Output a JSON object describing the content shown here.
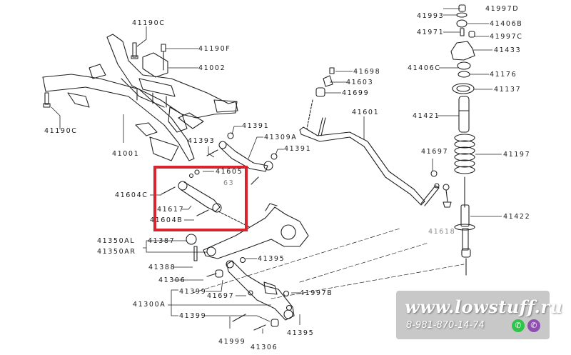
{
  "diagram": {
    "title_hidden": false,
    "labels": [
      {
        "id": "41190C-top",
        "text": "41190C"
      },
      {
        "id": "41190F",
        "text": "41190F"
      },
      {
        "id": "41002",
        "text": "41002"
      },
      {
        "id": "41190C-left",
        "text": "41190C"
      },
      {
        "id": "41001",
        "text": "41001"
      },
      {
        "id": "41393",
        "text": "41393"
      },
      {
        "id": "41391-a",
        "text": "41391"
      },
      {
        "id": "41309A",
        "text": "41309A"
      },
      {
        "id": "41391-b",
        "text": "41391"
      },
      {
        "id": "41605",
        "text": "41605"
      },
      {
        "id": "63",
        "text": "63"
      },
      {
        "id": "41604C",
        "text": "41604C"
      },
      {
        "id": "41617",
        "text": "41617"
      },
      {
        "id": "41604B",
        "text": "41604B"
      },
      {
        "id": "41350AL",
        "text": "41350AL"
      },
      {
        "id": "41350AR",
        "text": "41350AR"
      },
      {
        "id": "41387",
        "text": "41387"
      },
      {
        "id": "41395-a",
        "text": "41395"
      },
      {
        "id": "41388",
        "text": "41388"
      },
      {
        "id": "41306-a",
        "text": "41306"
      },
      {
        "id": "41399-a",
        "text": "41399"
      },
      {
        "id": "41697-a",
        "text": "41697"
      },
      {
        "id": "41997B",
        "text": "41997B"
      },
      {
        "id": "41300A",
        "text": "41300A"
      },
      {
        "id": "41399-b",
        "text": "41399"
      },
      {
        "id": "41395-b",
        "text": "41395"
      },
      {
        "id": "41999",
        "text": "41999"
      },
      {
        "id": "41306-b",
        "text": "41306"
      },
      {
        "id": "41698",
        "text": "41698"
      },
      {
        "id": "41603",
        "text": "41603"
      },
      {
        "id": "41699",
        "text": "41699"
      },
      {
        "id": "41601",
        "text": "41601"
      },
      {
        "id": "41697-b",
        "text": "41697"
      },
      {
        "id": "41618",
        "text": "41618"
      },
      {
        "id": "41997D",
        "text": "41997D"
      },
      {
        "id": "41993",
        "text": "41993"
      },
      {
        "id": "41406B",
        "text": "41406B"
      },
      {
        "id": "41971",
        "text": "41971"
      },
      {
        "id": "41997C",
        "text": "41997C"
      },
      {
        "id": "41433",
        "text": "41433"
      },
      {
        "id": "41406C",
        "text": "41406C"
      },
      {
        "id": "41176",
        "text": "41176"
      },
      {
        "id": "41137",
        "text": "41137"
      },
      {
        "id": "41421",
        "text": "41421"
      },
      {
        "id": "41197",
        "text": "41197"
      },
      {
        "id": "41422",
        "text": "41422"
      }
    ],
    "highlight_color": "#d9232d"
  },
  "watermark": {
    "site": "www.lowstuff.ru",
    "phone": "8-981-870-14-74",
    "whatsapp_icon": "whatsapp-icon",
    "viber_icon": "viber-icon",
    "whatsapp_color": "#2fc34a",
    "viber_color": "#8e4fb0",
    "whatsapp_glyph": "✆",
    "viber_glyph": "✆"
  }
}
